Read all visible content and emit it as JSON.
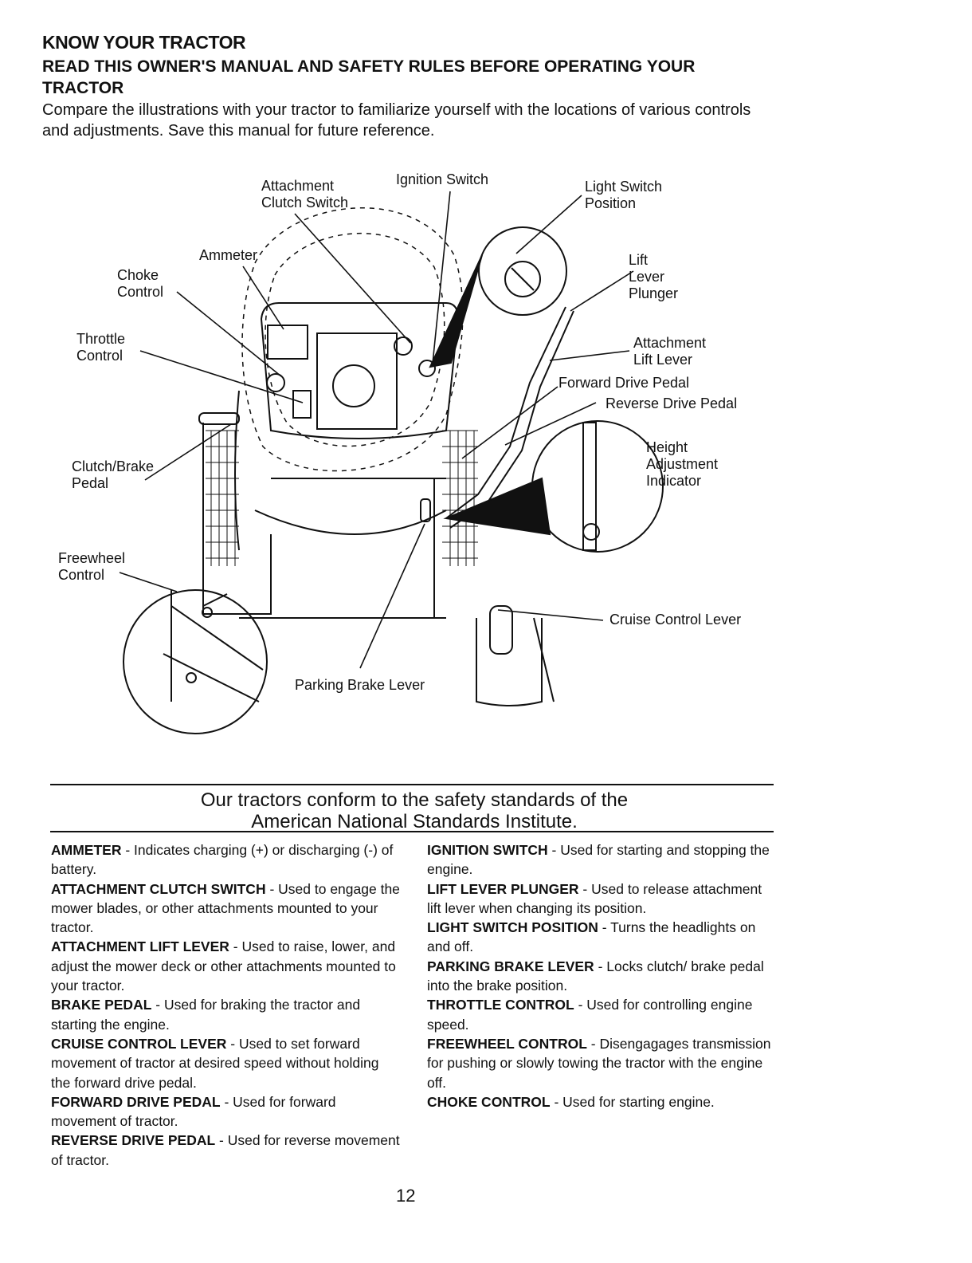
{
  "heading": "KNOW YOUR TRACTOR",
  "subheading": "READ THIS OWNER'S MANUAL AND SAFETY RULES BEFORE OPERATING YOUR TRACTOR",
  "intro": "Compare the illustrations with your tractor to familiarize yourself with the locations of various controls and adjustments. Save this manual for future reference.",
  "callouts": {
    "attachment_clutch_switch": "Attachment\nClutch Switch",
    "ignition_switch": "Ignition Switch",
    "light_switch_position": "Light Switch\nPosition",
    "ammeter": "Ammeter",
    "choke_control": "Choke\nControl",
    "lift_lever_plunger": "Lift\nLever\nPlunger",
    "throttle_control": "Throttle\nControl",
    "attachment_lift_lever": "Attachment\nLift Lever",
    "forward_drive_pedal": "Forward Drive Pedal",
    "reverse_drive_pedal": "Reverse Drive Pedal",
    "height_adjustment_indicator": "Height\nAdjustment\nIndicator",
    "clutch_brake_pedal": "Clutch/Brake\nPedal",
    "freewheel_control": "Freewheel\nControl",
    "cruise_control_lever": "Cruise Control Lever",
    "parking_brake_lever": "Parking Brake Lever"
  },
  "standards_notice": {
    "line1": "Our tractors conform to the safety standards of the",
    "line2": "American National Standards Institute."
  },
  "definitions_left": [
    {
      "term": "AMMETER",
      "text": " - Indicates charging (+) or discharging (-) of battery."
    },
    {
      "term": "ATTACHMENT CLUTCH SWITCH",
      "text": " - Used to engage the mower blades, or other attachments mounted to your tractor."
    },
    {
      "term": "ATTACHMENT LIFT LEVER",
      "text": " - Used to raise, lower, and adjust the mower deck or other attachments mounted to your tractor."
    },
    {
      "term": "BRAKE PEDAL",
      "text": " - Used for braking the tractor and starting the engine."
    },
    {
      "term": "CRUISE CONTROL LEVER",
      "text": " - Used to set forward movement of tractor at desired speed without holding the forward drive pedal."
    },
    {
      "term": "FORWARD DRIVE PEDAL",
      "text": " - Used for forward movement of tractor."
    },
    {
      "term": "REVERSE DRIVE PEDAL",
      "text": " - Used for reverse movement of tractor."
    }
  ],
  "definitions_right": [
    {
      "term": "IGNITION SWITCH",
      "text": " - Used for starting and stopping the engine."
    },
    {
      "term": "LIFT LEVER PLUNGER",
      "text": " - Used to release attachment lift lever when changing its position."
    },
    {
      "term": "LIGHT SWITCH POSITION",
      "text": " - Turns the headlights on and off."
    },
    {
      "term": "PARKING BRAKE LEVER",
      "text": " - Locks clutch/ brake pedal into the brake position."
    },
    {
      "term": "THROTTLE CONTROL",
      "text": " - Used for controlling engine speed."
    },
    {
      "term": "FREEWHEEL CONTROL",
      "text": " - Disengagages transmission for pushing or slowly towing the tractor with the engine off."
    },
    {
      "term": "CHOKE CONTROL",
      "text": " - Used for starting engine."
    }
  ],
  "page_number": "12"
}
